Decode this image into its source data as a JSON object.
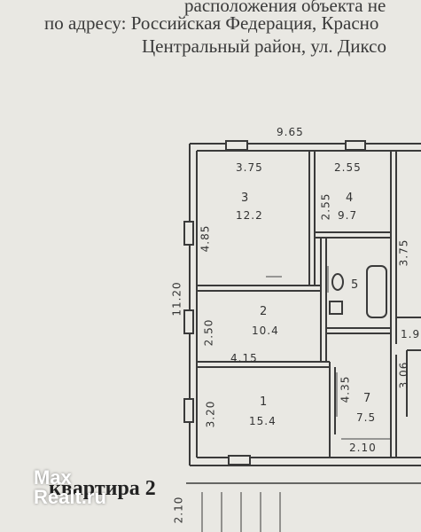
{
  "header": {
    "line1": "расположения объекта не",
    "line2": "по адресу: Российская Федерация, Красно",
    "line3": "Центральный район, ул. Диксо"
  },
  "plan": {
    "dims": {
      "top_total": "9.65",
      "left_total": "11.20",
      "r3_width": "3.75",
      "r4_width": "2.55",
      "r3_height": "4.85",
      "r4_height": "2.55",
      "right_upper": "3.75",
      "r2_height": "2.50",
      "r2_width": "4.15",
      "r1_height": "3.20",
      "r7_height": "4.35",
      "r7_width": "2.10",
      "right_lower": "3.06",
      "right_mid": "1.9",
      "stair": "2.10"
    },
    "rooms": [
      {
        "num": "3",
        "area": "12.2"
      },
      {
        "num": "4",
        "area": "9.7"
      },
      {
        "num": "2",
        "area": "10.4"
      },
      {
        "num": "1",
        "area": "15.4"
      },
      {
        "num": "7",
        "area": "7.5"
      },
      {
        "num": "5",
        "area": ""
      }
    ]
  },
  "apartment_label": "квартира 2",
  "watermark": {
    "line1": "Max",
    "line2": "Realt.ru"
  }
}
